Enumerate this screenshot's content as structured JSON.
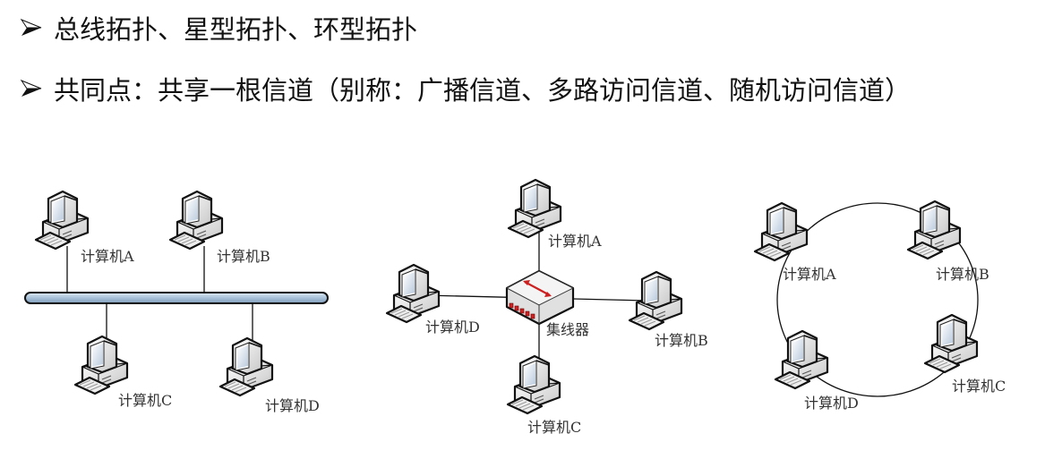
{
  "bullets": [
    {
      "icon": "arrow-bullet-icon",
      "text": "总线拓扑、星型拓扑、环型拓扑"
    },
    {
      "icon": "arrow-bullet-icon",
      "text": "共同点：共享一根信道（别称：广播信道、多路访问信道、随机访问信道）"
    }
  ],
  "bus_topology": {
    "computers": [
      "计算机A",
      "计算机B",
      "计算机C",
      "计算机D"
    ]
  },
  "star_topology": {
    "hub_label": "集线器",
    "computers": [
      "计算机A",
      "计算机B",
      "计算机C",
      "计算机D"
    ]
  },
  "ring_topology": {
    "computers": [
      "计算机A",
      "计算机B",
      "计算机C",
      "计算机D"
    ]
  },
  "colors": {
    "bus_cable": "#b8cde0",
    "hub_ports": "#d42020",
    "hub_arrow": "#cc1f1f"
  }
}
